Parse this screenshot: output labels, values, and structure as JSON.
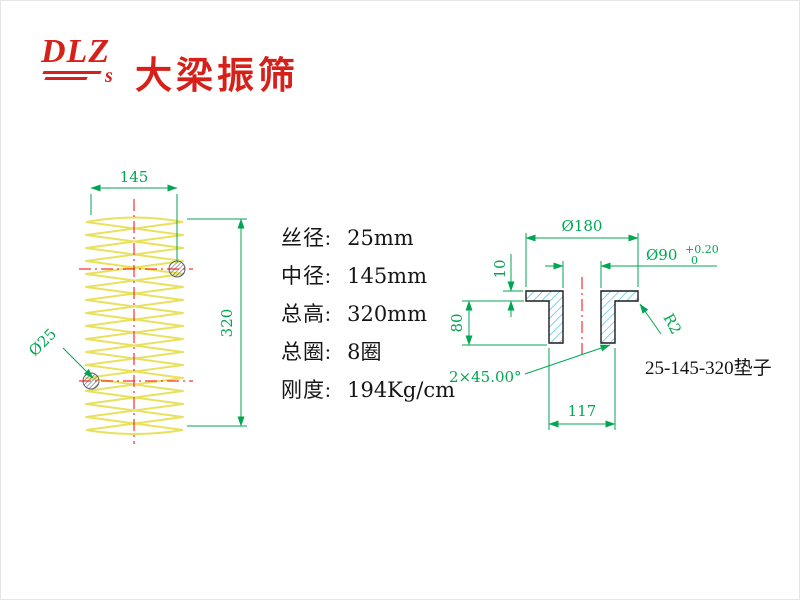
{
  "header": {
    "logo": "DLZ",
    "logo_sub": "s",
    "title": "大梁振筛"
  },
  "specs": {
    "items": [
      {
        "label": "丝径:",
        "value": "25mm"
      },
      {
        "label": "中径:",
        "value": "145mm"
      },
      {
        "label": "总高:",
        "value": "320mm"
      },
      {
        "label": "总圈:",
        "value": "8圈"
      },
      {
        "label": "刚度:",
        "value": "194Kg/cm"
      }
    ]
  },
  "spring_view": {
    "dim_width": "145",
    "dim_height": "320",
    "dim_wire": "Ø25"
  },
  "washer_view": {
    "dim_outer_dia": "Ø180",
    "dim_bore_dia": "Ø90",
    "bore_tol_upper": "+0.20",
    "bore_tol_lower": "0",
    "dim_flange_thickness": "10",
    "dim_height": "80",
    "fillet": "R2",
    "chamfer": "2×45.00°",
    "dim_bottom_width": "117",
    "part_label": "25-145-320垫子"
  },
  "colors": {
    "dimension_green": "#00a651",
    "centerline_red": "#ff0000",
    "spring_yellow": "#e8e15e",
    "hatch_blue": "#3fb4e6",
    "brand_red": "#d8201a"
  }
}
